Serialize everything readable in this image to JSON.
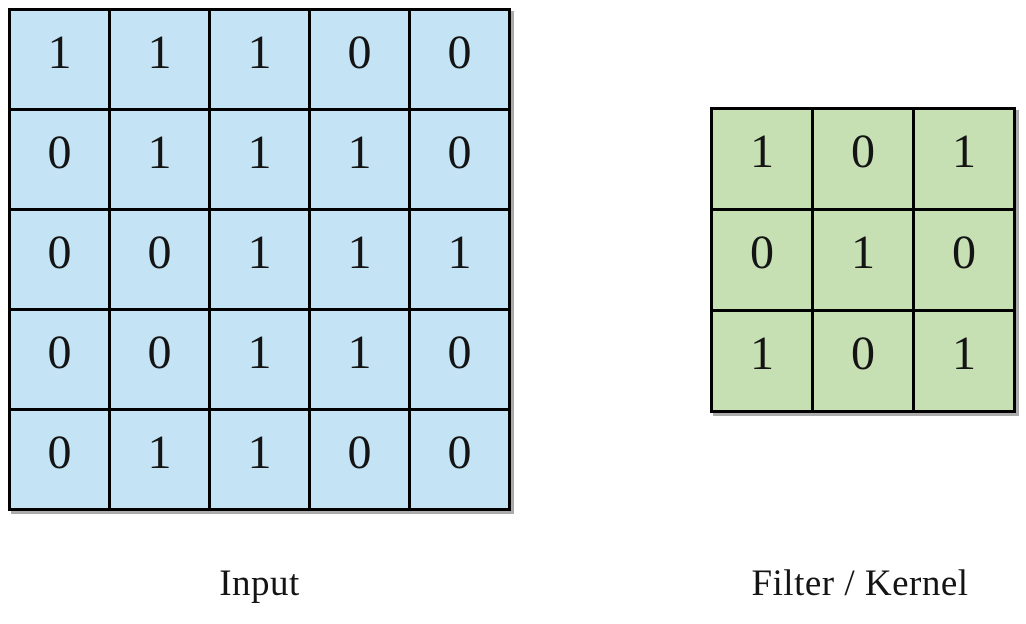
{
  "diagram": {
    "description": "Convolution diagram showing an input matrix and a filter/kernel matrix"
  },
  "colors": {
    "background": "#ffffff",
    "grid_line": "#000000",
    "grid_shadow": "#ababab",
    "input_fill": "#c4e4f5",
    "kernel_fill": "#c6e0b4",
    "text": "#141414"
  },
  "input": {
    "label": "Input",
    "rows": 5,
    "cols": 5,
    "values": [
      [
        1,
        1,
        1,
        0,
        0
      ],
      [
        0,
        1,
        1,
        1,
        0
      ],
      [
        0,
        0,
        1,
        1,
        1
      ],
      [
        0,
        0,
        1,
        1,
        0
      ],
      [
        0,
        1,
        1,
        0,
        0
      ]
    ]
  },
  "kernel": {
    "label": "Filter / Kernel",
    "rows": 3,
    "cols": 3,
    "values": [
      [
        1,
        0,
        1
      ],
      [
        0,
        1,
        0
      ],
      [
        1,
        0,
        1
      ]
    ]
  }
}
